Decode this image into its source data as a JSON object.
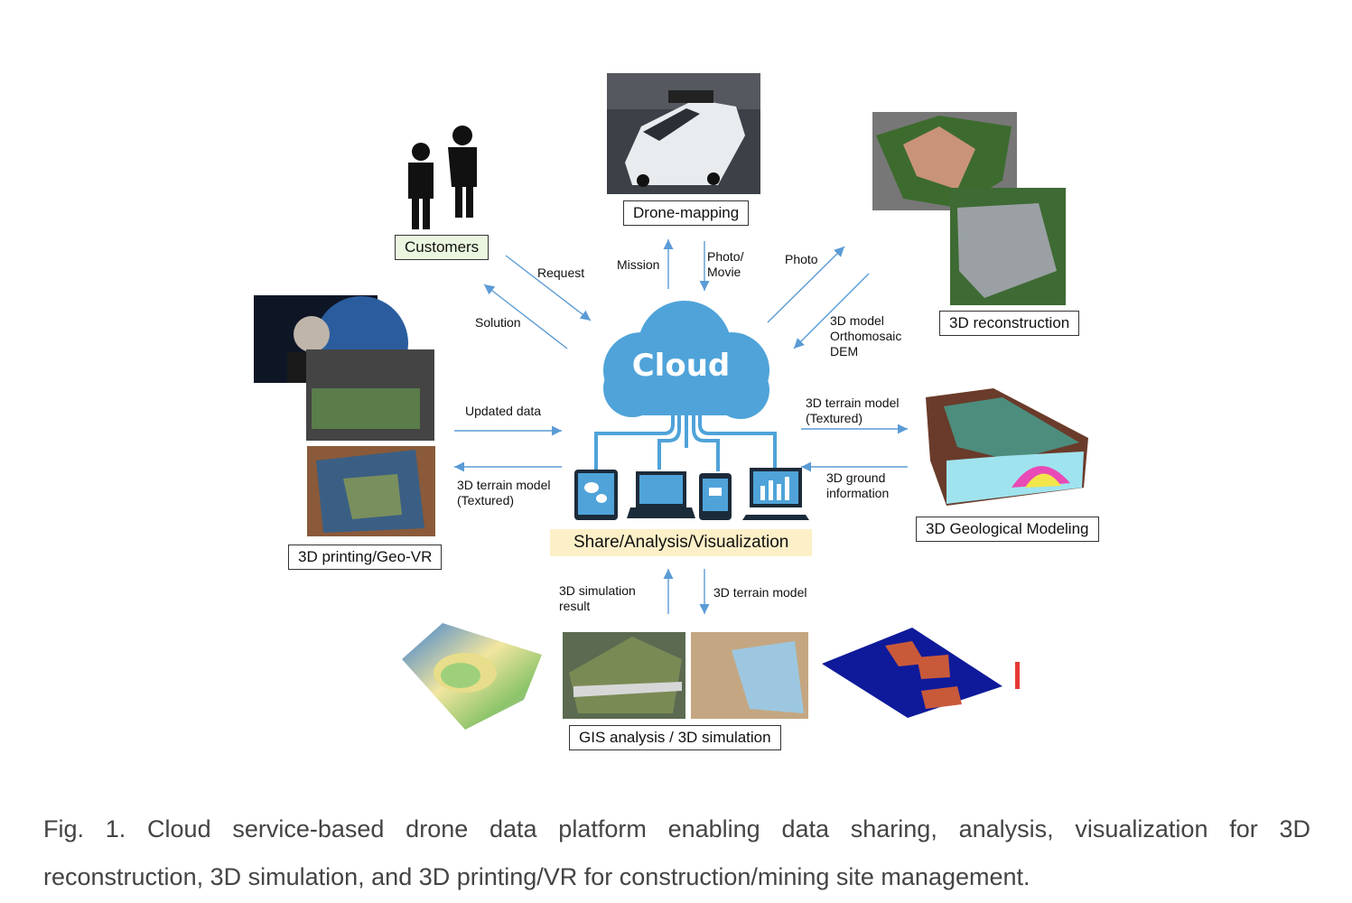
{
  "nodes": {
    "customers": "Customers",
    "drone_mapping": "Drone-mapping",
    "reconstruction": "3D reconstruction",
    "printing_vr": "3D printing/Geo-VR",
    "geo_modeling": "3D Geological Modeling",
    "gis": "GIS analysis / 3D simulation",
    "share": "Share/Analysis/Visualization",
    "cloud": "Cloud"
  },
  "edges": {
    "request": "Request",
    "solution": "Solution",
    "mission": "Mission",
    "photo_movie": "Photo/\nMovie",
    "photo": "Photo",
    "model_ortho_dem": "3D model\nOrthomosaic\nDEM",
    "updated_data": "Updated data",
    "terrain_textured_left": "3D terrain model\n(Textured)",
    "terrain_textured_right": "3D terrain model\n(Textured)",
    "ground_info": "3D ground\ninformation",
    "sim_result": "3D simulation\nresult",
    "terrain_model": "3D terrain model"
  },
  "caption": {
    "line1": "Fig. 1. Cloud service-based drone data platform enabling data sharing, analysis, visualization for 3D",
    "line2": "reconstruction, 3D simulation, and 3D printing/VR for construction/mining site management."
  },
  "colors": {
    "cloud": "#4fa3d9",
    "arrow": "#5b9bd5",
    "label_green": "#eaf6e0",
    "label_yellow": "#fdf0c8"
  }
}
